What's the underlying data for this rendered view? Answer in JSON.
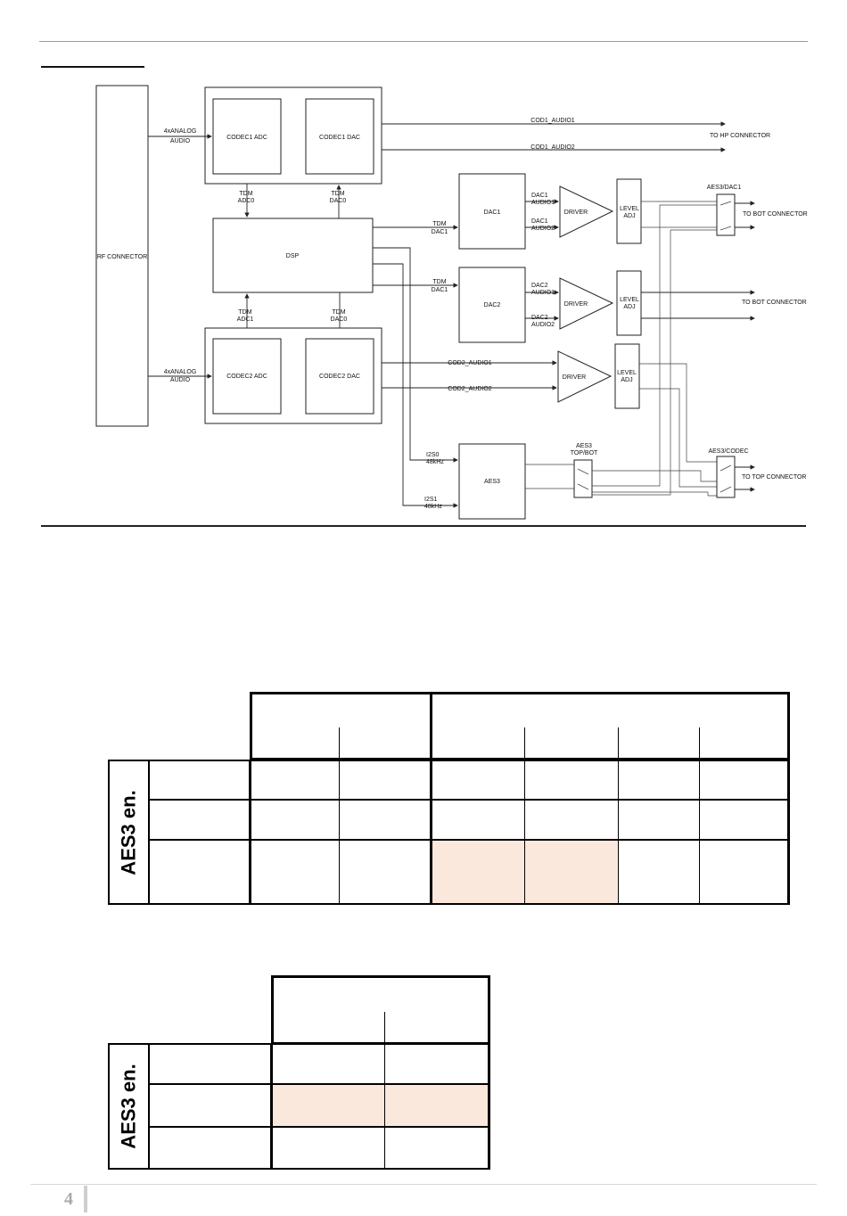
{
  "diagram": {
    "rf_connector": "RF CONNECTOR",
    "input_top": [
      "4xANALOG",
      "AUDIO"
    ],
    "input_bottom": [
      "4xANALOG",
      "AUDIO"
    ],
    "codec1_adc": "CODEC1 ADC",
    "codec1_dac": "CODEC1 DAC",
    "codec2_adc": "CODEC2 ADC",
    "codec2_dac": "CODEC2 DAC",
    "dsp": "DSP",
    "tdm_adc0_top": [
      "TDM",
      "ADC0"
    ],
    "tdm_dac0_top": [
      "TDM",
      "DAC0"
    ],
    "tdm_adc1": [
      "TDM",
      "ADC1"
    ],
    "tdm_dac0_bottom": [
      "TDM",
      "DAC0"
    ],
    "tdm_dac1_a": [
      "TDM",
      "DAC1"
    ],
    "tdm_dac1_b": [
      "TDM",
      "DAC1"
    ],
    "dac1": "DAC1",
    "dac2": "DAC2",
    "aes3": "AES3",
    "dac1_audio1": [
      "DAC1",
      "AUDIO1"
    ],
    "dac1_audio2": [
      "DAC1",
      "AUDIO2"
    ],
    "dac2_audio1": [
      "DAC2",
      "AUDIO1"
    ],
    "dac2_audio2": [
      "DAC2",
      "AUDIO2"
    ],
    "driver": "DRIVER",
    "level_adj": [
      "LEVEL",
      "ADJ"
    ],
    "cod1_audio1": "COD1_AUDIO1",
    "cod1_audio2": "COD1_AUDIO2",
    "cod2_audio1": "COD2_AUDIO1",
    "cod2_audio2": "COD2_AUDIO2",
    "to_hp": "TO HP CONNECTOR",
    "to_bot_1": "TO BOT CONNECTOR",
    "to_bot_2": "TO BOT CONNECTOR",
    "to_top": "TO TOP CONNECTOR",
    "aes3_dac1": "AES3/DAC1",
    "aes3_codec": "AES3/CODEC",
    "aes3_topbot": [
      "AES3",
      "TOP/BOT"
    ],
    "i2s0": [
      "I2S0",
      "48kHz"
    ],
    "i2s1": [
      "I2S1",
      "48kHz"
    ]
  },
  "tables": {
    "table1_side_label": "AES3 en.",
    "table2_side_label": "AES3 en."
  },
  "colors": {
    "highlight": "#fbe8dc",
    "rule": "#333333"
  },
  "footer": {
    "page_number": "4"
  }
}
